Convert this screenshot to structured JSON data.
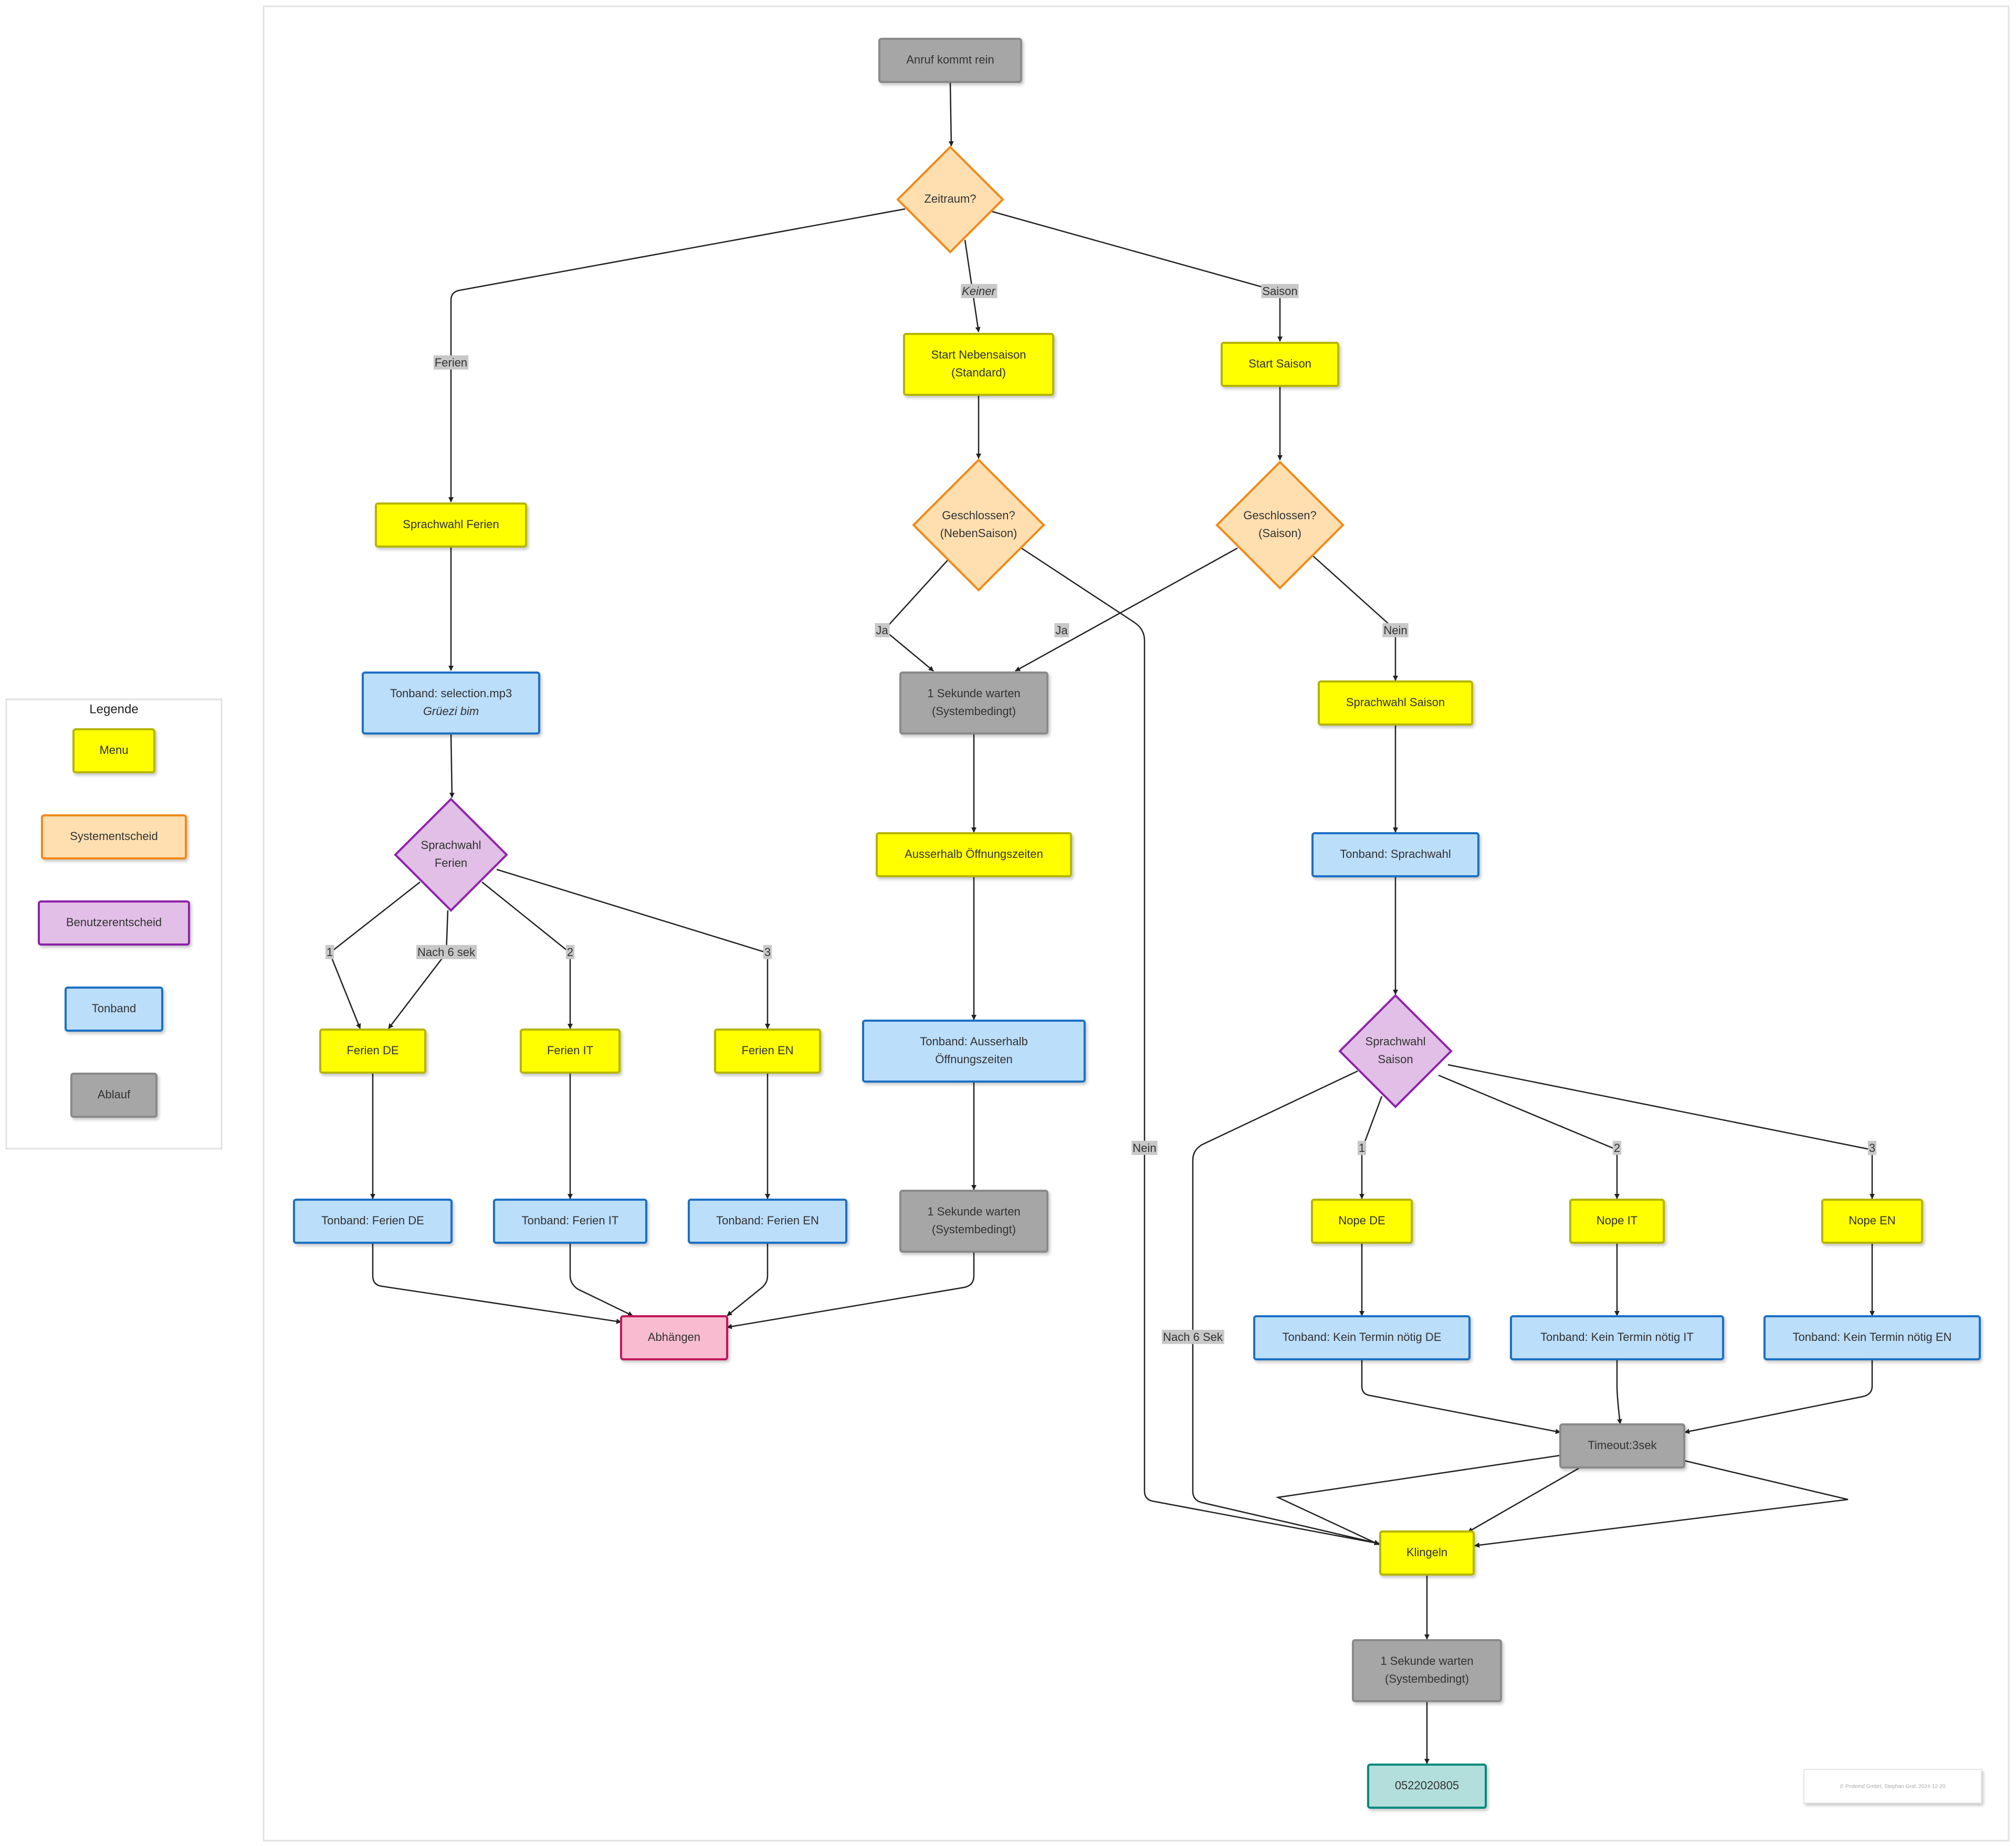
{
  "colors": {
    "menu": {
      "fill": "#ffff00",
      "stroke": "#b5b500"
    },
    "system": {
      "fill": "#ffdfb0",
      "stroke": "#f08a17"
    },
    "user": {
      "fill": "#e1bfe6",
      "stroke": "#8e24aa"
    },
    "tape": {
      "fill": "#bbdefb",
      "stroke": "#1e6fc4"
    },
    "flow": {
      "fill": "#a6a6a6",
      "stroke": "#8a8a8a"
    },
    "hangup": {
      "fill": "#f8bbd0",
      "stroke": "#c2185b"
    },
    "phone": {
      "fill": "#b2dfdb",
      "stroke": "#00897b"
    }
  },
  "legend": {
    "title": "Legende",
    "items": [
      "Menu",
      "Systementscheid",
      "Benutzerentscheid",
      "Tonband",
      "Ablauf"
    ]
  },
  "nodes": {
    "start": "Anruf kommt rein",
    "zeitraum": "Zeitraum?",
    "start_neben": [
      "Start Nebensaison",
      "(Standard)"
    ],
    "start_saison": "Start Saison",
    "sprachwahl_ferien": "Sprachwahl Ferien",
    "geschl_neben": [
      "Geschlossen?",
      "(NebenSaison)"
    ],
    "geschl_saison": [
      "Geschlossen?",
      "(Saison)"
    ],
    "tonband_selection": [
      "Tonband: selection.mp3",
      "Grüezi bim"
    ],
    "warten1": [
      "1 Sekunde warten",
      "(Systembedingt)"
    ],
    "sprachwahl_saison": "Sprachwahl Saison",
    "user_ferien": [
      "Sprachwahl",
      "Ferien"
    ],
    "ausserhalb": "Ausserhalb Öffnungszeiten",
    "tonband_sprachwahl": "Tonband: Sprachwahl",
    "ferien_de": "Ferien DE",
    "ferien_it": "Ferien IT",
    "ferien_en": "Ferien EN",
    "tonband_ausserhalb": [
      "Tonband: Ausserhalb",
      "Öffnungszeiten"
    ],
    "user_saison": [
      "Sprachwahl",
      "Saison"
    ],
    "tonband_ferien_de": "Tonband: Ferien DE",
    "tonband_ferien_it": "Tonband: Ferien IT",
    "tonband_ferien_en": "Tonband: Ferien EN",
    "warten2": [
      "1 Sekunde warten",
      "(Systembedingt)"
    ],
    "nope_de": "Nope DE",
    "nope_it": "Nope IT",
    "nope_en": "Nope EN",
    "abhaengen": "Abhängen",
    "kein_de": "Tonband: Kein Termin nötig DE",
    "kein_it": "Tonband: Kein Termin nötig IT",
    "kein_en": "Tonband: Kein Termin nötig EN",
    "timeout": "Timeout:3sek",
    "klingeln": "Klingeln",
    "warten3": [
      "1 Sekunde warten",
      "(Systembedingt)"
    ],
    "phone": "0522020805"
  },
  "edge_labels": {
    "ferien": "Ferien",
    "keiner": "Keiner",
    "saison": "Saison",
    "ja": "Ja",
    "nein": "Nein",
    "one": "1",
    "two": "2",
    "three": "3",
    "nach6_ferien": "Nach 6 sek",
    "nach6_saison": "Nach 6 Sek"
  },
  "footer": "© Prolemd GmbH, Stephan Graf, 2024-12-20"
}
